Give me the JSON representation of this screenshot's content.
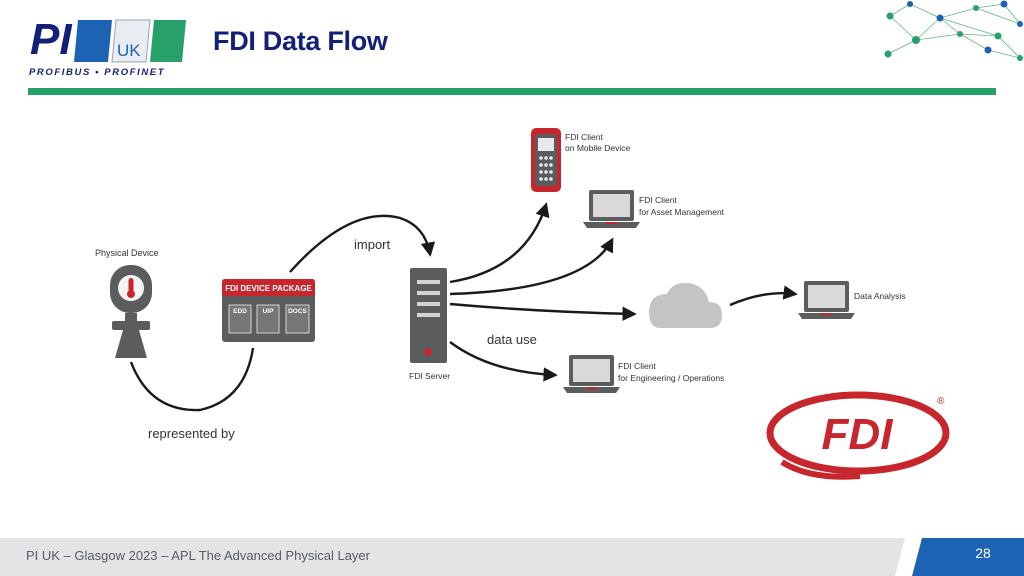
{
  "header": {
    "title": "FDI Data Flow",
    "logo": {
      "main": "PI",
      "region": "UK",
      "tagline": "PROFIBUS • PROFINET"
    }
  },
  "diagram": {
    "physical_device": "Physical Device",
    "package_title": "FDI DEVICE PACKAGE",
    "package_items": [
      "EDD",
      "UIP",
      "DOCS"
    ],
    "import_label": "import",
    "represented_by": "represented by",
    "server_label": "FDI Server",
    "data_use": "data use",
    "mobile_client": [
      "FDI Client",
      "on Mobile Device"
    ],
    "asset_client": [
      "FDI Client",
      "for Asset Management"
    ],
    "engineering_client": [
      "FDI Client",
      "for Engineering / Operations"
    ],
    "data_analysis": "Data Analysis",
    "fdi_logo": "FDI",
    "registered": "®"
  },
  "footer": {
    "text": "PI UK – Glasgow 2023 – APL The Advanced Physical Layer",
    "page": "28"
  },
  "colors": {
    "brand_blue": "#13207a",
    "brand_green": "#27a06a",
    "fdi_red": "#c8262d",
    "device_gray": "#5b5c5e",
    "footer_blue": "#1d63b3"
  }
}
